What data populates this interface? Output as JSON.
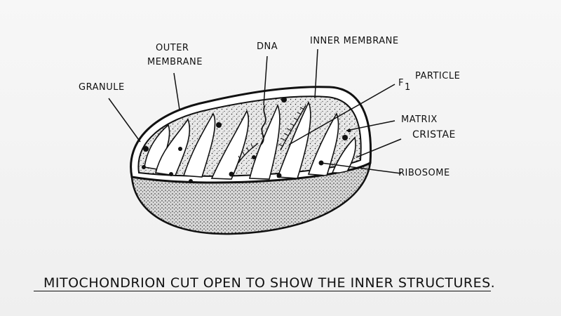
{
  "labels": {
    "outer_membrane_1": "OUTER",
    "outer_membrane_2": "MEMBRANE",
    "dna": "DNA",
    "inner_membrane": "INNER MEMBRANE",
    "granule": "GRANULE",
    "f1_particle_f": "F",
    "f1_particle_sub": "1",
    "f1_particle_word": "PARTICLE",
    "matrix": "MATRIX",
    "cristae": "CRISTAE",
    "ribosome": "RIBOSOME"
  },
  "caption": "MITOCHONDRION CUT OPEN TO SHOW THE INNER STRUCTURES.",
  "colors": {
    "ink": "#111111",
    "paper": "#f4f4f4"
  }
}
